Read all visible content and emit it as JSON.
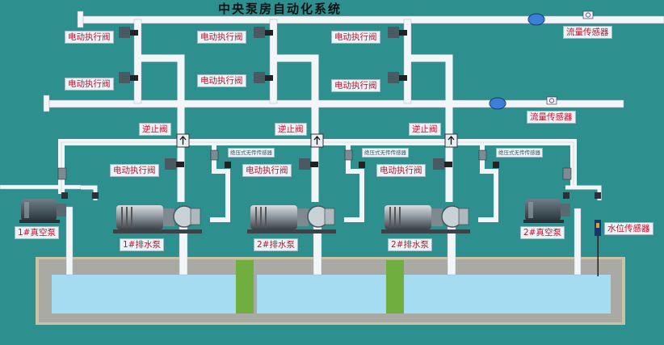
{
  "title": "中央泵房自动化系统",
  "labels": {
    "electric_valve": "电动执行阀",
    "check_valve": "逆止阀",
    "flow_sensor": "流量传感器",
    "pressure_sensor": "绝压式无传传感器",
    "vacuum_pump_1": "1#真空泵",
    "vacuum_pump_2": "2#真空泵",
    "drain_pump_1": "1#排水泵",
    "drain_pump_2": "2#排水泵",
    "drain_pump_3": "2#排水泵",
    "water_level_sensor": "水位传感器"
  },
  "colors": {
    "background": "#2e8f8f",
    "pipe": "#f3f6f8",
    "water": "#a6dcf2",
    "tank_wall": "#a9aaa4",
    "label_text": "#c8102e",
    "flowmeter": "#3d7fd6"
  }
}
